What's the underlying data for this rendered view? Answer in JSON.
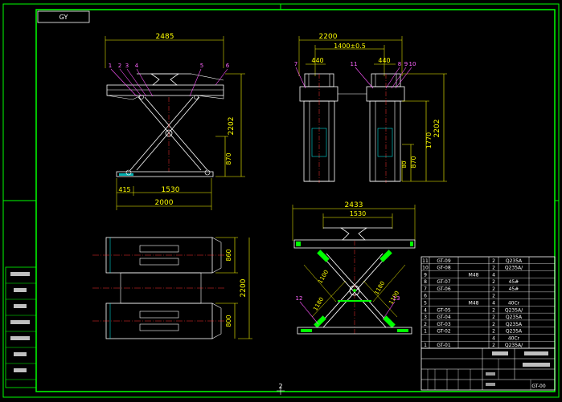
{
  "sheet": {
    "corner_label": "GY",
    "drawing_no": "GT-00",
    "bottom_marker": "2"
  },
  "side_view": {
    "dims": {
      "top": "2485",
      "height": "2202",
      "mid": "870",
      "b1": "415",
      "b2": "1530",
      "bottom": "2000"
    },
    "balloons": [
      "1",
      "2",
      "3",
      "4",
      "5",
      "6"
    ]
  },
  "end_view": {
    "dims": {
      "overall": "2200",
      "middle": "1400±0.5",
      "left": "440",
      "right": "440",
      "h1": "2202",
      "h2": "1770",
      "h3": "870",
      "h4": "80"
    },
    "balloons": [
      "7",
      "8",
      "9",
      "10",
      "11"
    ]
  },
  "plan_view": {
    "dims": {
      "w1": "860",
      "overall": "2200",
      "w2": "800"
    }
  },
  "detail_view": {
    "dims": {
      "top": "2433",
      "inner": "1530",
      "a1": "1100",
      "a2": "1180",
      "a3": "1180",
      "a4": "1100"
    },
    "balloons": [
      "12",
      "13"
    ]
  },
  "bom": {
    "rows": [
      {
        "no": "11",
        "code": "GT-09",
        "name": "",
        "qty": "2",
        "material": "Q235A",
        "remark": ""
      },
      {
        "no": "10",
        "code": "GT-08",
        "name": "",
        "qty": "2",
        "material": "Q235A/",
        "remark": ""
      },
      {
        "no": "9",
        "code": "",
        "name": "M48",
        "qty": "4",
        "material": "",
        "remark": ""
      },
      {
        "no": "8",
        "code": "GT-07",
        "name": "",
        "qty": "2",
        "material": "45#",
        "remark": ""
      },
      {
        "no": "7",
        "code": "GT-06",
        "name": "",
        "qty": "2",
        "material": "45#",
        "remark": ""
      },
      {
        "no": "6",
        "code": "",
        "name": "",
        "qty": "2",
        "material": "",
        "remark": ""
      },
      {
        "no": "5",
        "code": "",
        "name": "M48",
        "qty": "4",
        "material": "40Cr",
        "remark": ""
      },
      {
        "no": "4",
        "code": "GT-05",
        "name": "",
        "qty": "2",
        "material": "Q235A/",
        "remark": ""
      },
      {
        "no": "3",
        "code": "GT-04",
        "name": "",
        "qty": "2",
        "material": "Q235A",
        "remark": ""
      },
      {
        "no": "2",
        "code": "GT-03",
        "name": "",
        "qty": "2",
        "material": "Q235A",
        "remark": ""
      },
      {
        "no": "1",
        "code": "GT-02",
        "name": "",
        "qty": "2",
        "material": "Q235A",
        "remark": ""
      },
      {
        "no": "",
        "code": "",
        "name": "",
        "qty": "4",
        "material": "40Cr",
        "remark": ""
      },
      {
        "no": "1",
        "code": "GT-01",
        "name": "",
        "qty": "2",
        "material": "Q235A/",
        "remark": ""
      }
    ]
  },
  "colors": {
    "frame": "#00ff00",
    "line": "#ffffff",
    "dim": "#ffff00",
    "center": "#ff3333",
    "leader": "#ff55ff",
    "hatch": "#00ffff"
  }
}
